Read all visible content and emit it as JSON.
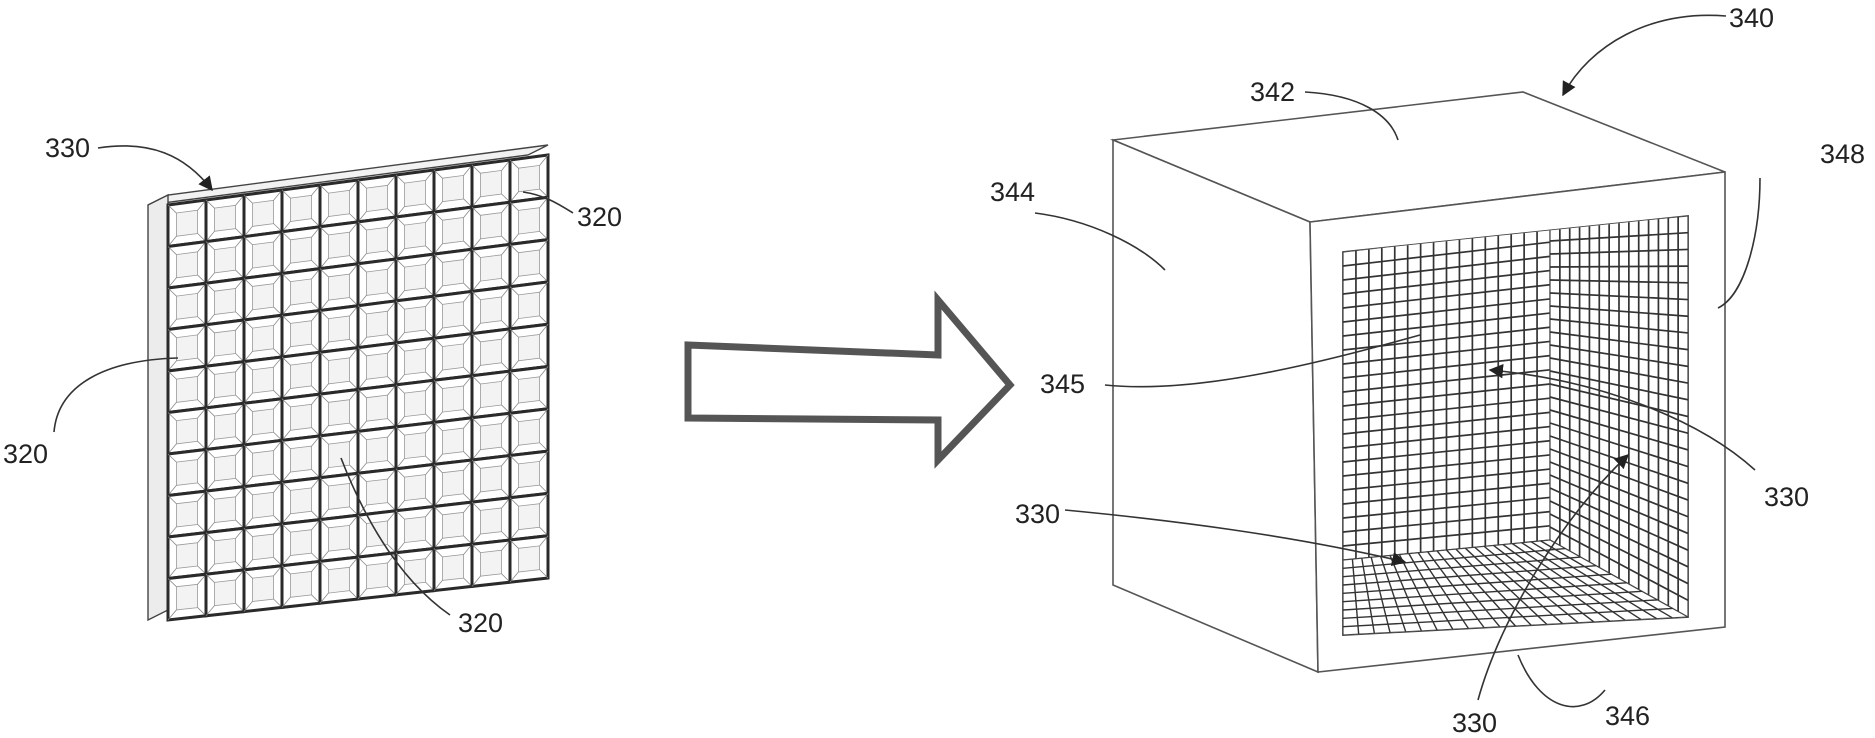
{
  "figure": {
    "labels": {
      "panel_grid": "330",
      "panel_cell_top": "320",
      "panel_cell_left": "320",
      "panel_cell_bottom": "320",
      "box": "340",
      "box_top": "342",
      "box_left": "344",
      "box_inner": "345",
      "box_right": "348",
      "box_bottom": "346",
      "grid_back": "330",
      "grid_floor": "330",
      "grid_right": "330"
    },
    "panel_grid_size": 10,
    "colors": {
      "line": "#333333",
      "background": "#ffffff"
    }
  }
}
